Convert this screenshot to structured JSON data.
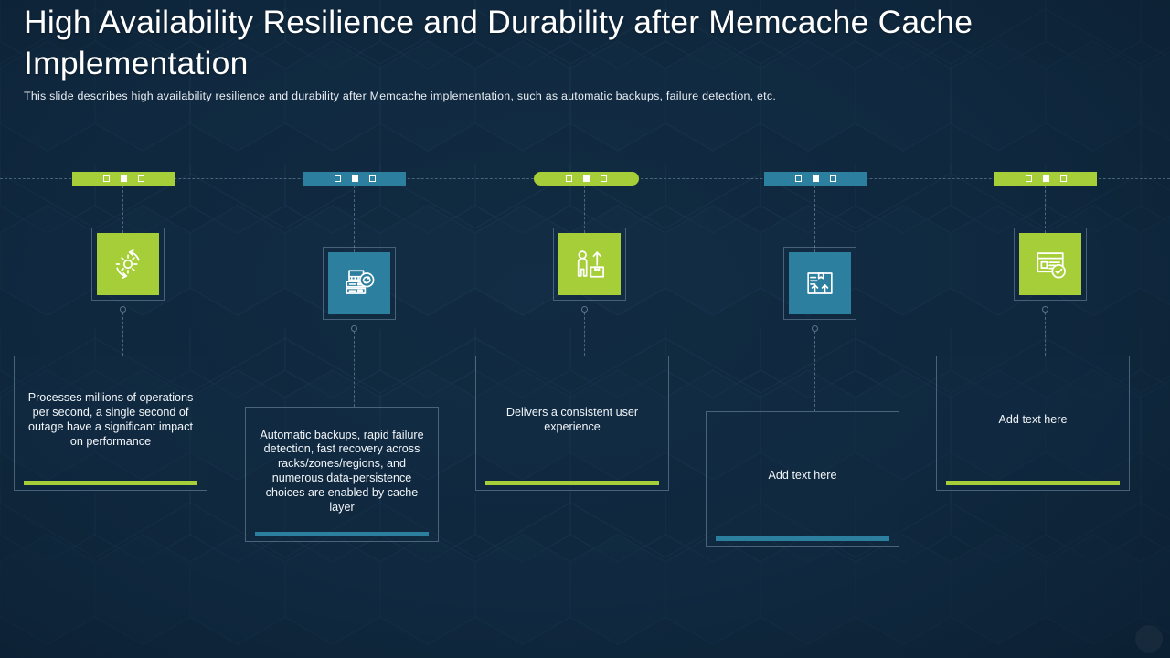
{
  "slide": {
    "title": "High Availability Resilience and Durability after Memcache Cache Implementation",
    "subtitle": "This slide describes high availability resilience and durability after Memcache implementation, such as automatic backups, failure detection, etc."
  },
  "theme": {
    "background": "#112b42",
    "green": "#a6ce39",
    "blue": "#2c7f9e",
    "text": "#ffffff",
    "line": "#8fb0c9"
  },
  "steps": [
    {
      "index": "1",
      "color": "green",
      "marker_shape": "square",
      "icon": "gear-refresh-icon",
      "text": "Processes millions of operations per second, a single second of outage have a significant impact on performance",
      "card_position": "high"
    },
    {
      "index": "2",
      "color": "blue",
      "marker_shape": "square",
      "icon": "server-backup-icon",
      "text": "Automatic backups, rapid failure detection, fast recovery across racks/zones/regions, and numerous data-persistence choices are enabled by cache layer",
      "card_position": "low"
    },
    {
      "index": "3",
      "color": "green",
      "marker_shape": "rounded",
      "icon": "person-box-upload-icon",
      "text": "Delivers  a consistent user experience",
      "card_position": "high"
    },
    {
      "index": "4",
      "color": "blue",
      "marker_shape": "square",
      "icon": "package-arrows-up-icon",
      "text": "Add text here",
      "card_position": "low"
    },
    {
      "index": "5",
      "color": "green",
      "marker_shape": "square",
      "icon": "document-check-icon",
      "text": "Add text here",
      "card_position": "high"
    }
  ]
}
